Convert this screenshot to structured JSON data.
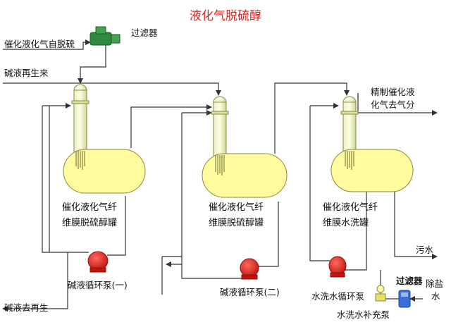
{
  "title": "液化气脱硫醇",
  "labels": {
    "feed": "催化液化气自脱硫",
    "filter_top": "过滤器",
    "lye_from_regen": "碱液再生来",
    "lye_to_regen": "碱液去再生",
    "product": [
      "精制催化液",
      "化气去气分"
    ],
    "waste_water": "污水",
    "pump1": "碱液循环泵(一)",
    "pump2": "碱液循环泵(二)",
    "pump3": "水洗水循环泵",
    "makeup_pump": "水洗水补充泵",
    "filter_bottom": "过滤器",
    "desalted_water": [
      "除盐",
      "水"
    ]
  },
  "vessels": [
    {
      "name": [
        "催化液化气纤",
        "维膜脱硫醇罐"
      ]
    },
    {
      "name": [
        "催化液化气纤",
        "维膜脱硫醇罐"
      ]
    },
    {
      "name": [
        "催化液化气纤",
        "维膜水洗罐"
      ]
    }
  ],
  "colors": {
    "title": "#d8231f",
    "vessel_fill": "#fffb9e",
    "vessel_stroke": "#8a8a3a",
    "pump": "#e0221c",
    "filter": "#2e8a3e",
    "pipe": "#333333",
    "water_filter": "#3a6fd8"
  }
}
